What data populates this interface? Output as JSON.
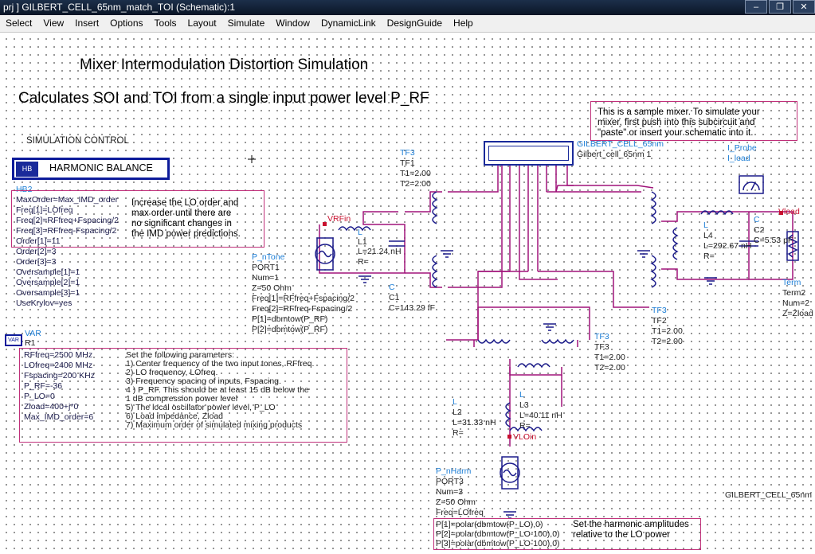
{
  "window": {
    "title": "prj ] GILBERT_CELL_65nm_match_TOI (Schematic):1",
    "buttons": [
      "–",
      "❐",
      "✕"
    ]
  },
  "menu": [
    "Select",
    "View",
    "Insert",
    "Options",
    "Tools",
    "Layout",
    "Simulate",
    "Window",
    "DynamicLink",
    "DesignGuide",
    "Help"
  ],
  "colors": {
    "wire": "#a0137a",
    "component": "#1a1a8a",
    "label_blue": "#1f7fd6",
    "note_border": "#c0307a"
  },
  "headings": {
    "title": "Mixer Intermodulation Distortion Simulation",
    "subtitle": "Calculates SOI and  TOI from a single input power level P_RF",
    "sim_control": "SIMULATION CONTROL"
  },
  "hb": {
    "icon": "harmonic-balance-icon",
    "label": "HARMONIC BALANCE",
    "name": "HB2",
    "params": [
      "MaxOrder=Max_IMD_order",
      "Freq[1]=LOfreq",
      "Freq[2]=RFfreq+Fspacing/2",
      "Freq[3]=RFfreq-Fspacing/2",
      "Order[1]=11",
      "Order[2]=3",
      "Order[3]=3",
      "Oversample[1]=1",
      "Oversample[2]=1",
      "Oversample[3]=1",
      "UseKrylov=yes"
    ],
    "note": [
      "Increase the LO order and",
      "max order until there are",
      "no significant changes in",
      "the IMD power predictions."
    ]
  },
  "var": {
    "icon": "var-eqn-icon",
    "icon_text": "VAR",
    "type": "VAR",
    "name": "R1",
    "params": [
      "RFfreq=2500 MHz",
      "LOfreq=2400 MHz",
      "Fspacing=200 KHz",
      "P_RF=-36",
      "P_LO=0",
      "Zload=400+j*0",
      "Max_IMD_order=6"
    ],
    "note": [
      "Set the following parameters:",
      "1) Center frequency of the two input tones, RFfreq.",
      "2) LO frequency, LOfreq.",
      "3) Frequency spacing of inputs, Fspacing.",
      "4 ) P_RF.  This should be at least 15 dB below the",
      "       1 dB compression power level",
      "5) The local oscillator power level,  P_LO",
      "6)  Load impedance, Zload",
      "7)  Maximum order of simulated mixing products"
    ]
  },
  "sample_note": [
    "This is a sample mixer.  To simulate your",
    "mixer, first push into this subcircuit and",
    "\"paste\" or insert your schematic into it."
  ],
  "mixer": {
    "type": "GILBERT_CELL_65nm",
    "name": "Gilbert_cell_65nm 1"
  },
  "tf1": {
    "type": "TF3",
    "name": "TF1",
    "t1": "T1=2.00",
    "t2": "T2=2.00"
  },
  "tf2": {
    "type": "TF3",
    "name": "TF2",
    "t1": "T1=2.00",
    "t2": "T2=2.00"
  },
  "tf3": {
    "type": "TF3",
    "name": "TF3",
    "t1": "T1=2.00",
    "t2": "T2=2.00"
  },
  "vrfin": "VRFin",
  "l1": {
    "type": "L",
    "name": "L1",
    "value": "L=21.24 nH",
    "r": "R="
  },
  "c1": {
    "type": "C",
    "name": "C1",
    "value": "C=143.29 fF"
  },
  "port1": {
    "type": "P_nTone",
    "name": "PORT1",
    "num": "Num=1",
    "z": "Z=50 Ohm",
    "f1": "Freq[1]=RFfreq+Fspacing/2",
    "f2": "Freq[2]=RFfreq-Fspacing/2",
    "p1": "P[1]=dbmtow(P_RF)",
    "p2": "P[2]=dbmtow(P_RF)"
  },
  "probe": {
    "type": "I_Probe",
    "name": "I_load"
  },
  "l4": {
    "type": "L",
    "name": "L4",
    "value": "L=292.67 nH",
    "r": "R="
  },
  "c2": {
    "type": "C",
    "name": "C2",
    "value": "C=5.53 pF"
  },
  "vload": "Vload",
  "term2": {
    "type": "Term",
    "name": "Term2",
    "num": "Num=2",
    "z": "Z=Zload"
  },
  "l2": {
    "type": "L",
    "name": "L2",
    "value": "L=31.33 nH",
    "r": "R="
  },
  "l3": {
    "type": "L",
    "name": "L3",
    "value": "L=40.11 nH",
    "r": "R="
  },
  "vloin": "VLOin",
  "port3": {
    "type": "P_nHarm",
    "name": "PORT3",
    "num": "Num=3",
    "z": "Z=50 Ohm",
    "freq": "Freq=LOfreq"
  },
  "harm": {
    "params": [
      "P[1]=polar(dbmtow(P_LO),0)",
      "P[2]=polar(dbmtow(P_LO-100),0)",
      "P[3]=polar(dbmtow(P_LO-100),0)"
    ],
    "note": [
      "Set the harmonic amplitudes",
      "relative to the LO power"
    ]
  },
  "design_name": "GILBERT_CELL_65nm"
}
